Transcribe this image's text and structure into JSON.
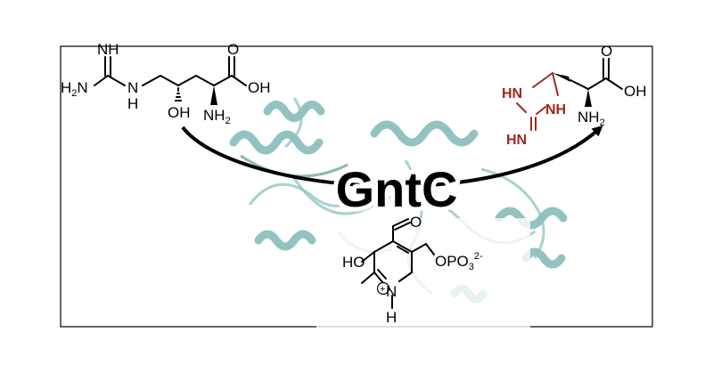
{
  "enzyme_label": "GntC",
  "substrate": {
    "nh_top": "NH",
    "h2n": "H",
    "h2n_sub": "2",
    "h2n_n": "N",
    "n_h": "N",
    "h_under": "H",
    "oh_side": "OH",
    "nh2": "NH",
    "nh2_sub": "2",
    "o": "O",
    "oh_acid": "OH"
  },
  "product": {
    "hn_top": "HN",
    "nh_ring": "NH",
    "hn_bottom": "HN",
    "nh2": "NH",
    "nh2_sub": "2",
    "o": "O",
    "oh_acid": "OH"
  },
  "cofactor": {
    "ho": "HO",
    "o_aldehyde": "O",
    "opo3": "OPO",
    "opo3_sub": "3",
    "opo3_sup": "2-",
    "n": "N",
    "plus": "+",
    "h": "H"
  },
  "colors": {
    "product_highlight": "#a0281e",
    "protein": "#7fb8b5"
  }
}
